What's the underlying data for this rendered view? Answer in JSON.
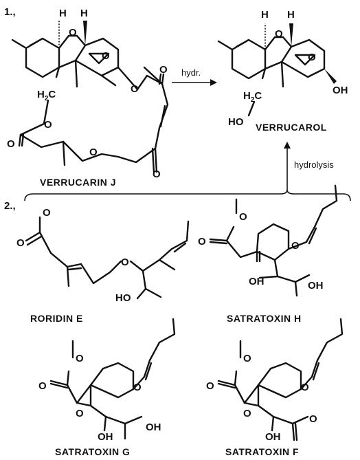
{
  "step_labels": {
    "step1": "1.,",
    "step2": "2.,"
  },
  "reactions": {
    "hydrogenation": "hydr.",
    "hydrolysis": "hydrolysis"
  },
  "atoms": {
    "O": "O",
    "H": "H",
    "OH": "OH",
    "HO": "HO",
    "H2C_H": "H",
    "H2C_2": "2",
    "H2C_C": "C"
  },
  "compounds": {
    "verrucarin_j": "VERRUCARIN J",
    "verrucarol": "VERRUCAROL",
    "roridin_e": "RORIDIN E",
    "satratoxin_h": "SATRATOXIN H",
    "satratoxin_g": "SATRATOXIN G",
    "satratoxin_f": "SATRATOXIN F"
  }
}
